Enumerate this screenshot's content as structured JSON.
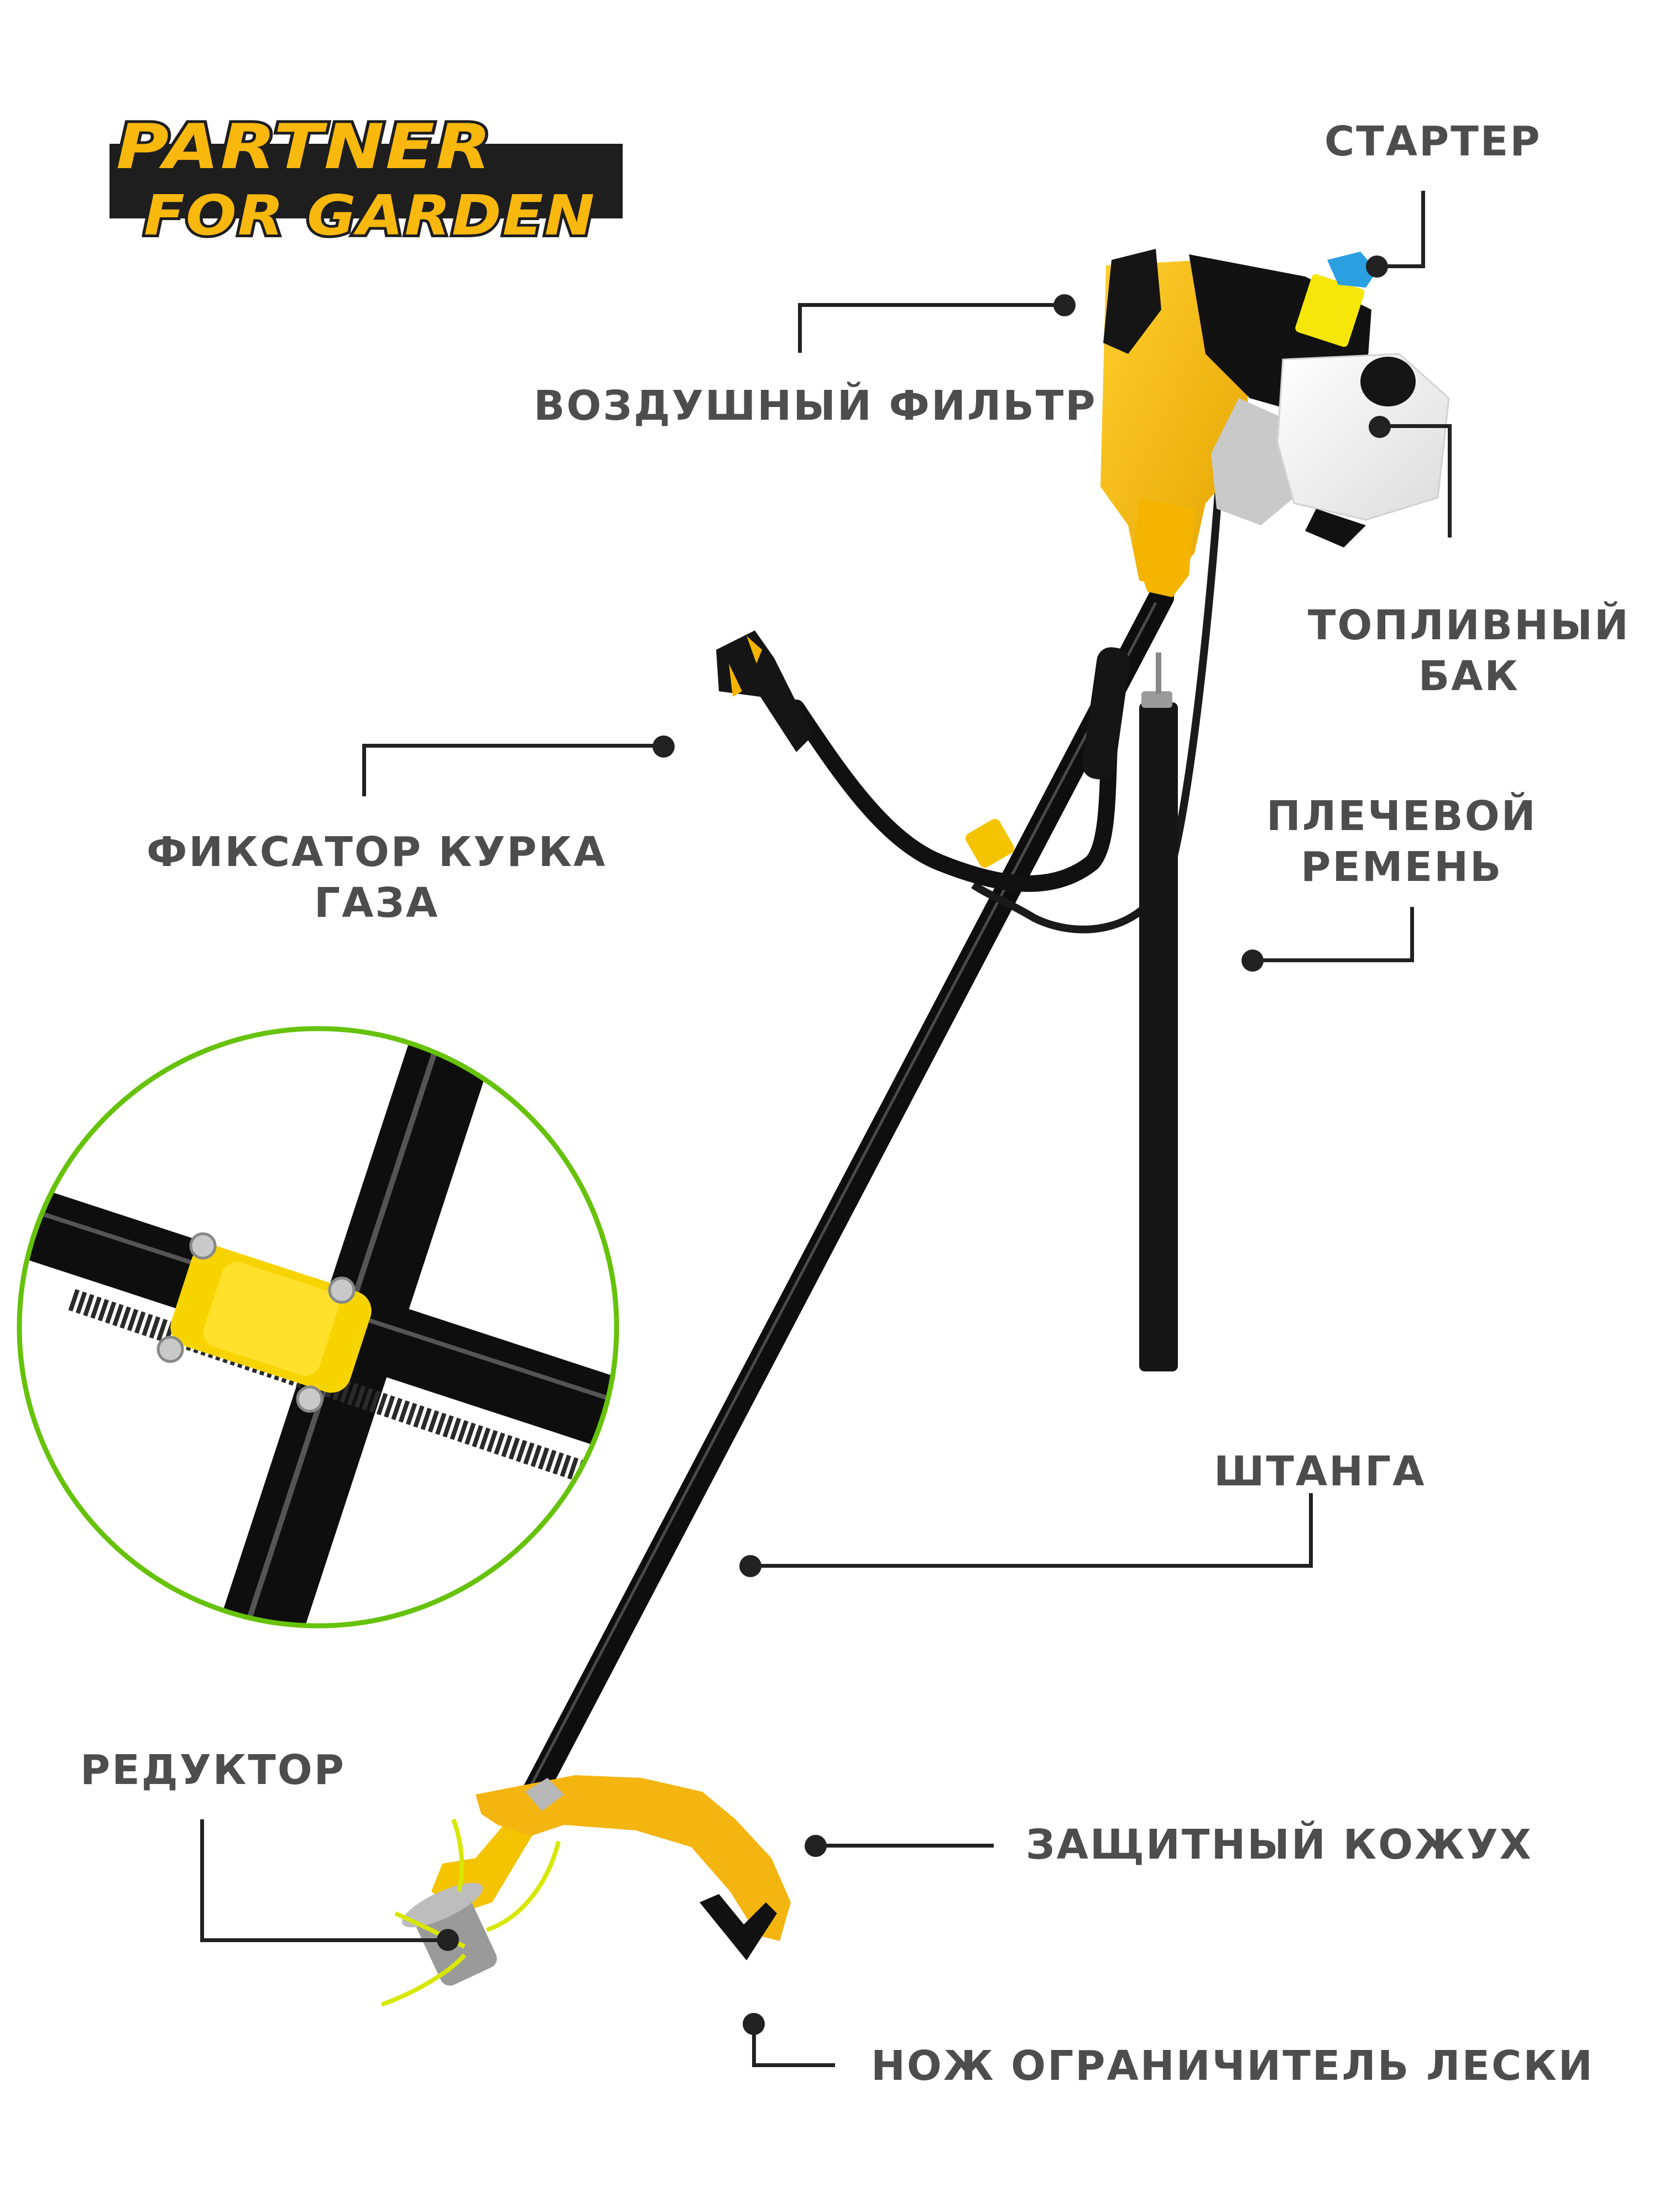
{
  "brand": {
    "logo_line1": "PARTNER",
    "logo_line2": "FOR GARDEN",
    "colors": {
      "yellow": "#f9b80e",
      "dark": "#1e1e1e"
    }
  },
  "product": {
    "type": "brush-cutter / petrol trimmer",
    "colors": {
      "body_yellow": "#f5b400",
      "shaft_black": "#111111",
      "inset_ring_green": "#66c20a",
      "label_text": "#4d4d4d",
      "callout_line": "#222222"
    }
  },
  "callouts": {
    "starter": "СТАРТЕР",
    "air_filter": "ВОЗДУШНЫЙ ФИЛЬТР",
    "fuel_tank_line1": "ТОПЛИВНЫЙ",
    "fuel_tank_line2": "БАК",
    "trigger_lock_line1": "ФИКСАТОР КУРКА",
    "trigger_lock_line2": "ГАЗА",
    "shoulder_strap_line1": "ПЛЕЧЕВОЙ",
    "shoulder_strap_line2": "РЕМЕНЬ",
    "shaft": "ШТАНГА",
    "gearbox": "РЕДУКТОР",
    "guard": "ЗАЩИТНЫЙ КОЖУХ",
    "line_cutter_knife": "НОЖ ОГРАНИЧИТЕЛЬ ЛЕСКИ"
  },
  "inset": {
    "subject": "handlebar clamp close-up"
  }
}
